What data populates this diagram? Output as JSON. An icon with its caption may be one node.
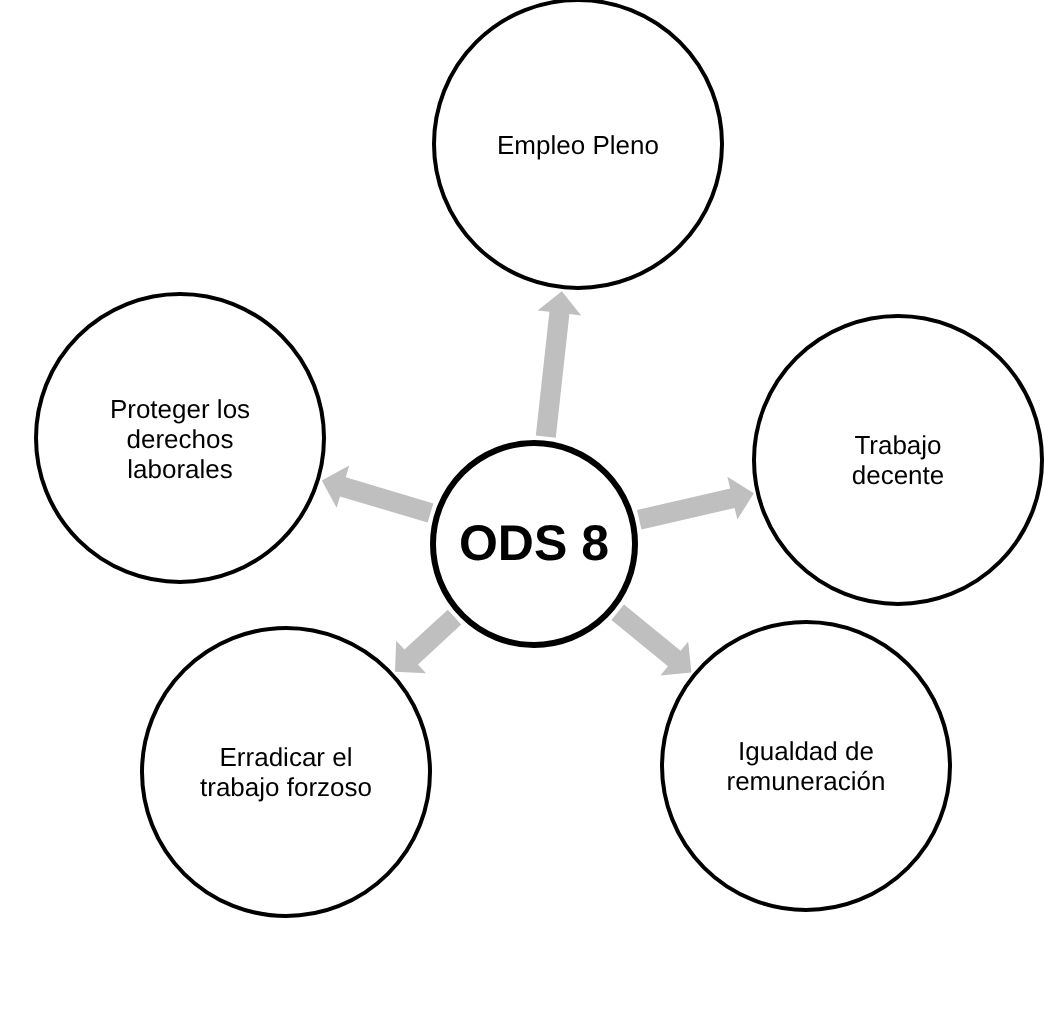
{
  "diagram": {
    "nodes": [
      {
        "text": [
          "ODS 8"
        ]
      },
      {
        "text": [
          "Empleo Pleno"
        ]
      },
      {
        "text": [
          "Trabajo decente"
        ]
      },
      {
        "text": [
          "Igualdad de remuneración"
        ]
      },
      {
        "text": [
          "Erradicar el trabajo forzoso"
        ]
      },
      {
        "text": [
          "Proteger los derechos laborales"
        ]
      }
    ],
    "edges": [
      {
        "from": 0,
        "to": 1,
        "arrow": "to"
      },
      {
        "from": 0,
        "to": 2,
        "arrow": "to"
      },
      {
        "from": 0,
        "to": 3,
        "arrow": "to"
      },
      {
        "from": 0,
        "to": 4,
        "arrow": "to"
      },
      {
        "from": 0,
        "to": 5,
        "arrow": "to"
      }
    ]
  }
}
